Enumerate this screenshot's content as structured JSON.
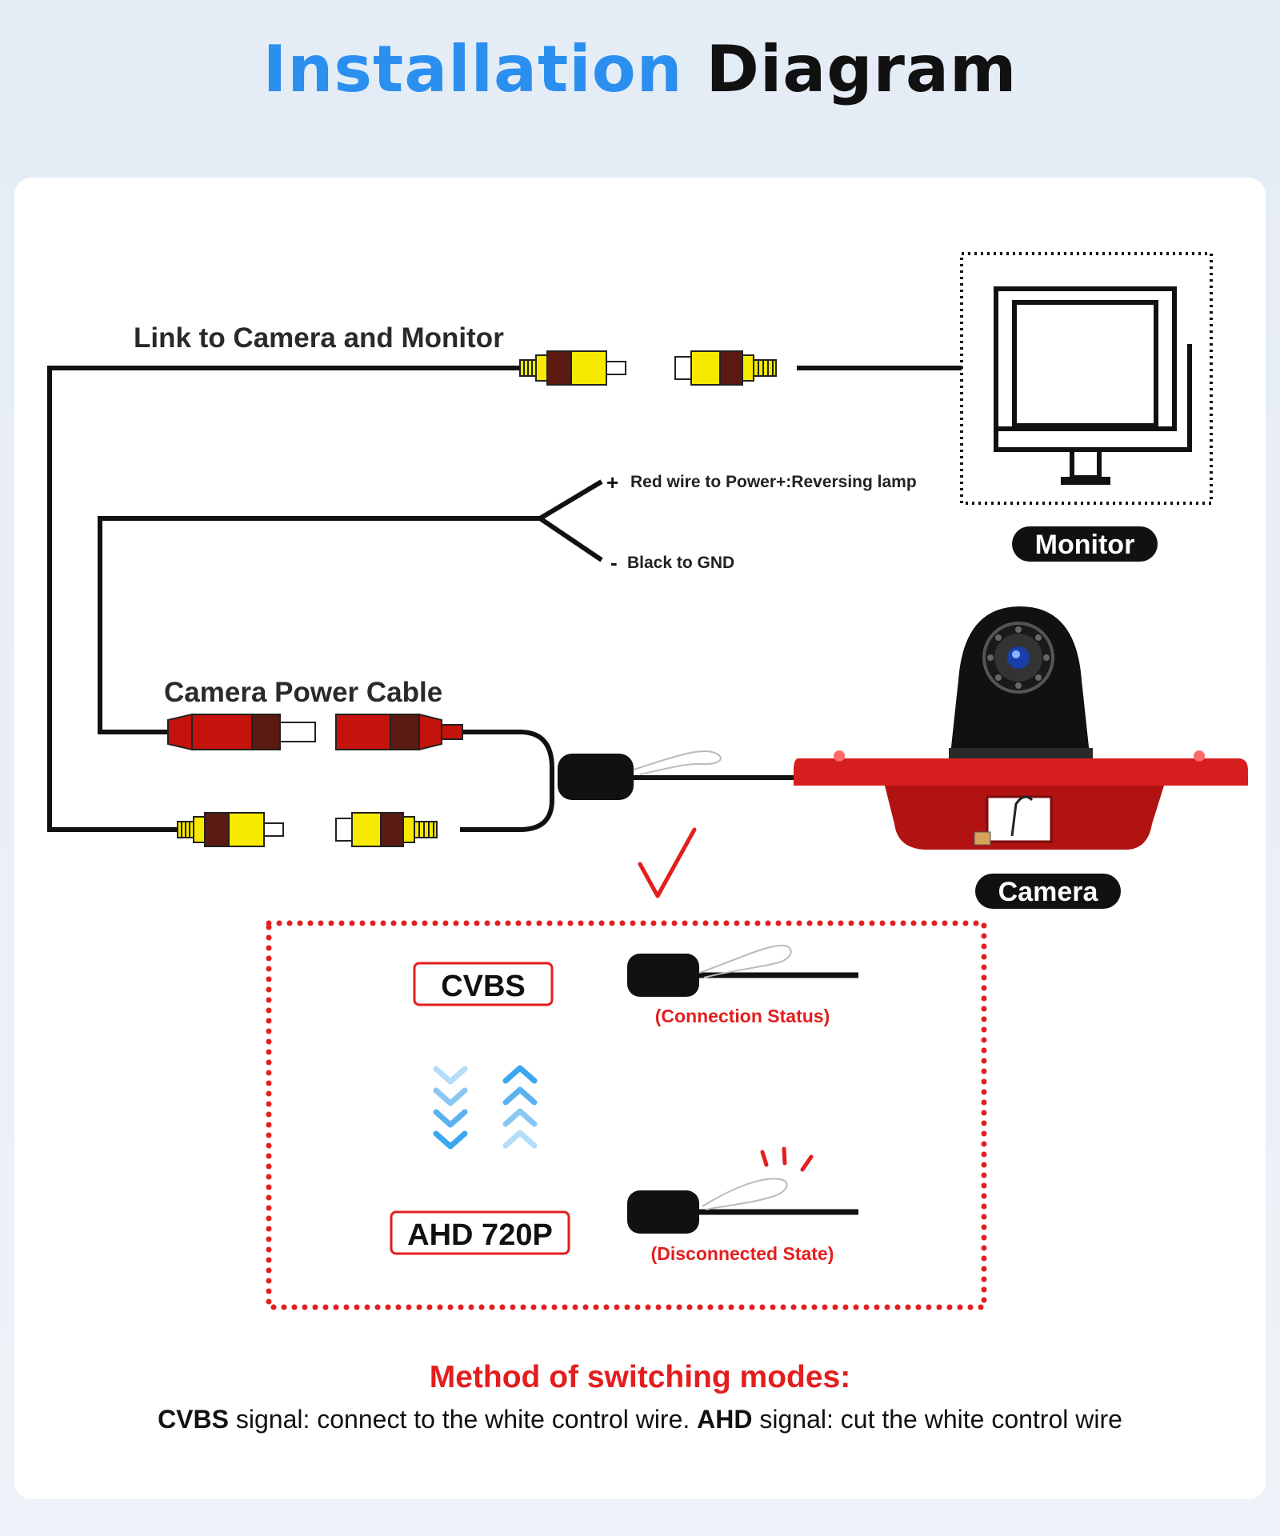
{
  "title": {
    "part1": "Installation",
    "part2": "Diagram"
  },
  "labels": {
    "link": "Link to Camera and Monitor",
    "power_cable": "Camera Power Cable",
    "red_wire": "Red wire to Power+:Reversing lamp",
    "black_wire": "Black to GND",
    "plus": "+",
    "minus": "-"
  },
  "badges": {
    "monitor": "Monitor",
    "camera": "Camera"
  },
  "modes": {
    "cvbs": "CVBS",
    "ahd": "AHD 720P",
    "connected": "(Connection Status)",
    "disconnected": "(Disconnected State)"
  },
  "footer": {
    "heading": "Method of switching modes:",
    "cvbs_bold": "CVBS",
    "cvbs_text": " signal: connect to the white control wire. ",
    "ahd_bold": "AHD",
    "ahd_text": " signal: cut the white control wire"
  },
  "colors": {
    "title_blue": "#2b8ff0",
    "accent_red": "#e31e1e",
    "rca_yellow": "#f7ea00",
    "plug_red": "#c4120c",
    "lamp_red": "#c91515",
    "arrow_blue": "#3aa7f0"
  }
}
